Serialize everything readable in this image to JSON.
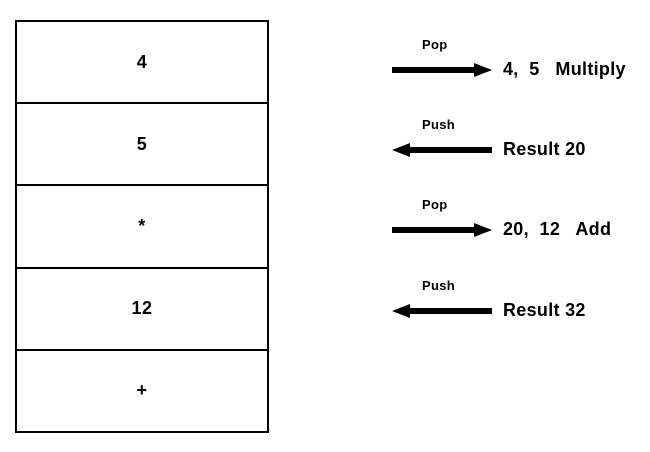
{
  "stack": {
    "items": [
      "4",
      "5",
      "*",
      "12",
      "+"
    ]
  },
  "operations": [
    {
      "label": "Pop",
      "direction": "right",
      "text": "4,  5   Multiply"
    },
    {
      "label": "Push",
      "direction": "left",
      "text": "Result 20"
    },
    {
      "label": "Pop",
      "direction": "right",
      "text": "20,  12   Add"
    },
    {
      "label": "Push",
      "direction": "left",
      "text": "Result 32"
    }
  ],
  "colors": {
    "foreground": "#000000",
    "background": "#ffffff"
  }
}
